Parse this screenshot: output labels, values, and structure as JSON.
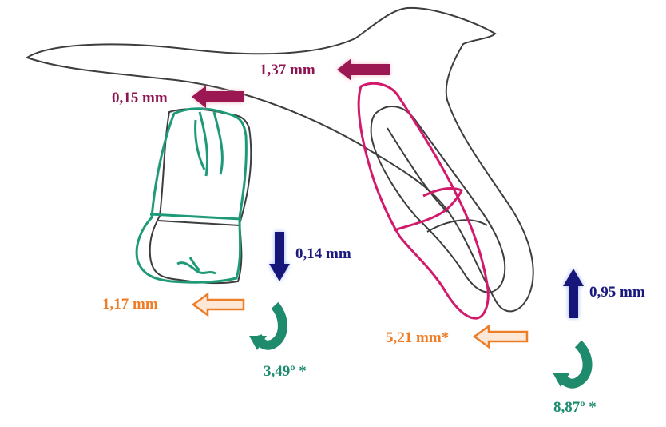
{
  "colors": {
    "outline": "#3d3d3d",
    "molar": "#1e9a78",
    "incisor": "#d21a6c",
    "maroon_arrow": "#9b1853",
    "navy_arrow": "#16167a",
    "orange_arrow": "#ee7d28",
    "teal_rotation": "#1e8c6c"
  },
  "labels": {
    "incisor_horizontal": "1,37 mm",
    "molar_horizontal_top": "0,15 mm",
    "molar_vertical": "0,14 mm",
    "molar_horizontal_bottom": "1,17 mm",
    "molar_rotation": "3,49º *",
    "incisor_horizontal_bottom": "5,21 mm*",
    "incisor_vertical": "0,95 mm",
    "incisor_rotation": "8,87º *"
  },
  "icons": [
    "left-arrow-icon",
    "down-arrow-icon",
    "up-arrow-icon",
    "rotation-arrow-icon"
  ]
}
